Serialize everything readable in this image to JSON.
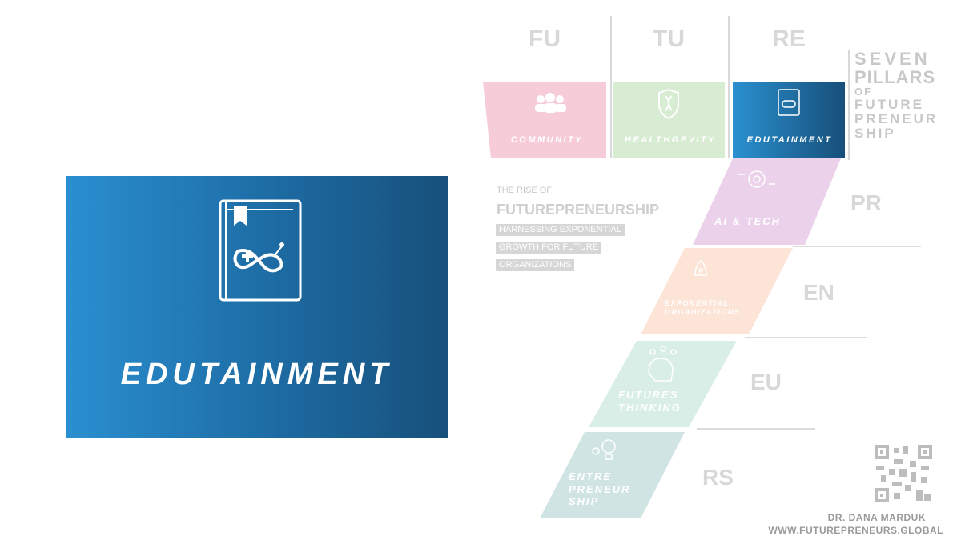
{
  "hero": {
    "title": "EDUTAINMENT",
    "icon": "book-gamepad-icon",
    "gradient": [
      "#2a8fd0",
      "#17507a"
    ]
  },
  "columns": [
    "FU",
    "TU",
    "RE"
  ],
  "right_words": [
    "PR",
    "EN",
    "EU",
    "RS"
  ],
  "pillars_top": [
    {
      "label": "COMMUNITY",
      "icon": "people-icon",
      "color": "#f4c9d6"
    },
    {
      "label": "HEALTHGEVITY",
      "icon": "dna-shield-icon",
      "color": "#d6ebd1"
    },
    {
      "label": "EDUTAINMENT",
      "icon": "book-gamepad-icon",
      "color": "#1f78b8"
    }
  ],
  "pillars_diag": [
    {
      "label": "AI & TECH",
      "icon": "brain-circuit-icon",
      "color": "#ead0ea"
    },
    {
      "label_lines": [
        "EXPONENTIAL",
        "ORGANIZATIONS"
      ],
      "icon": "rocket-icon",
      "color": "#fbe3d6"
    },
    {
      "label_lines": [
        "FUTURES",
        "THINKING"
      ],
      "icon": "head-ideas-icon",
      "color": "#d9eee6"
    },
    {
      "label_lines": [
        "ENTRE",
        "PRENEUR",
        "SHIP"
      ],
      "icon": "lightbulb-gears-icon",
      "color": "#cfe3e2"
    }
  ],
  "seven": {
    "l1": "SEVEN",
    "l2": "PILLARS",
    "l3": "OF",
    "l4a": "FUTURE",
    "l4b": "PRENEUR",
    "l4c": "SHIP"
  },
  "rise": {
    "small": "THE RISE OF",
    "big": "FUTUREPRENEURSHIP",
    "tags": [
      "HARNESSING EXPONENTIAL",
      "GROWTH FOR FUTURE",
      "ORGANIZATIONS"
    ]
  },
  "credit": {
    "name": "DR. DANA MARDUK",
    "url": "WWW.FUTUREPRENEURS.GLOBAL"
  }
}
